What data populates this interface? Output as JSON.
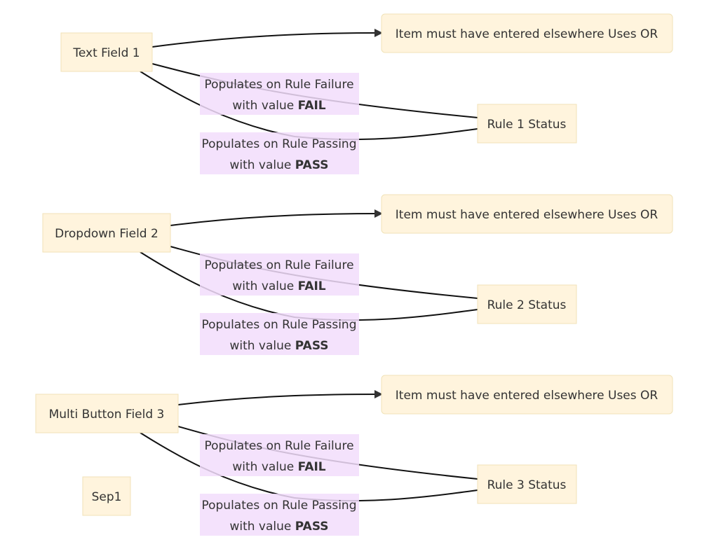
{
  "nodes": {
    "field1": "Text Field 1",
    "field2": "Dropdown Field 2",
    "field3": "Multi Button Field 3",
    "note1": "Item must have entered elsewhere Uses OR",
    "note2": "Item must have entered elsewhere Uses OR",
    "note3": "Item must have entered elsewhere Uses OR",
    "status1": "Rule 1 Status",
    "status2": "Rule 2 Status",
    "status3": "Rule 3 Status",
    "sep1": "Sep1"
  },
  "edge_labels": {
    "g1": {
      "fail_line1": "Populates on Rule Failure",
      "fail_prefix": "with value ",
      "fail_value": "FAIL",
      "pass_line1": "Populates on Rule Passing",
      "pass_prefix": "with value ",
      "pass_value": "PASS"
    },
    "g2": {
      "fail_line1": "Populates on Rule Failure",
      "fail_prefix": "with value ",
      "fail_value": "FAIL",
      "pass_line1": "Populates on Rule Passing",
      "pass_prefix": "with value ",
      "pass_value": "PASS"
    },
    "g3": {
      "fail_line1": "Populates on Rule Failure",
      "fail_prefix": "with value ",
      "fail_value": "FAIL",
      "pass_line1": "Populates on Rule Passing",
      "pass_prefix": "with value ",
      "pass_value": "PASS"
    }
  },
  "colors": {
    "node_fill": "#fff4dd",
    "node_border": "#f0e2b8",
    "label_bg": "#f2ddfb",
    "edge": "#111111",
    "text": "#333333"
  }
}
